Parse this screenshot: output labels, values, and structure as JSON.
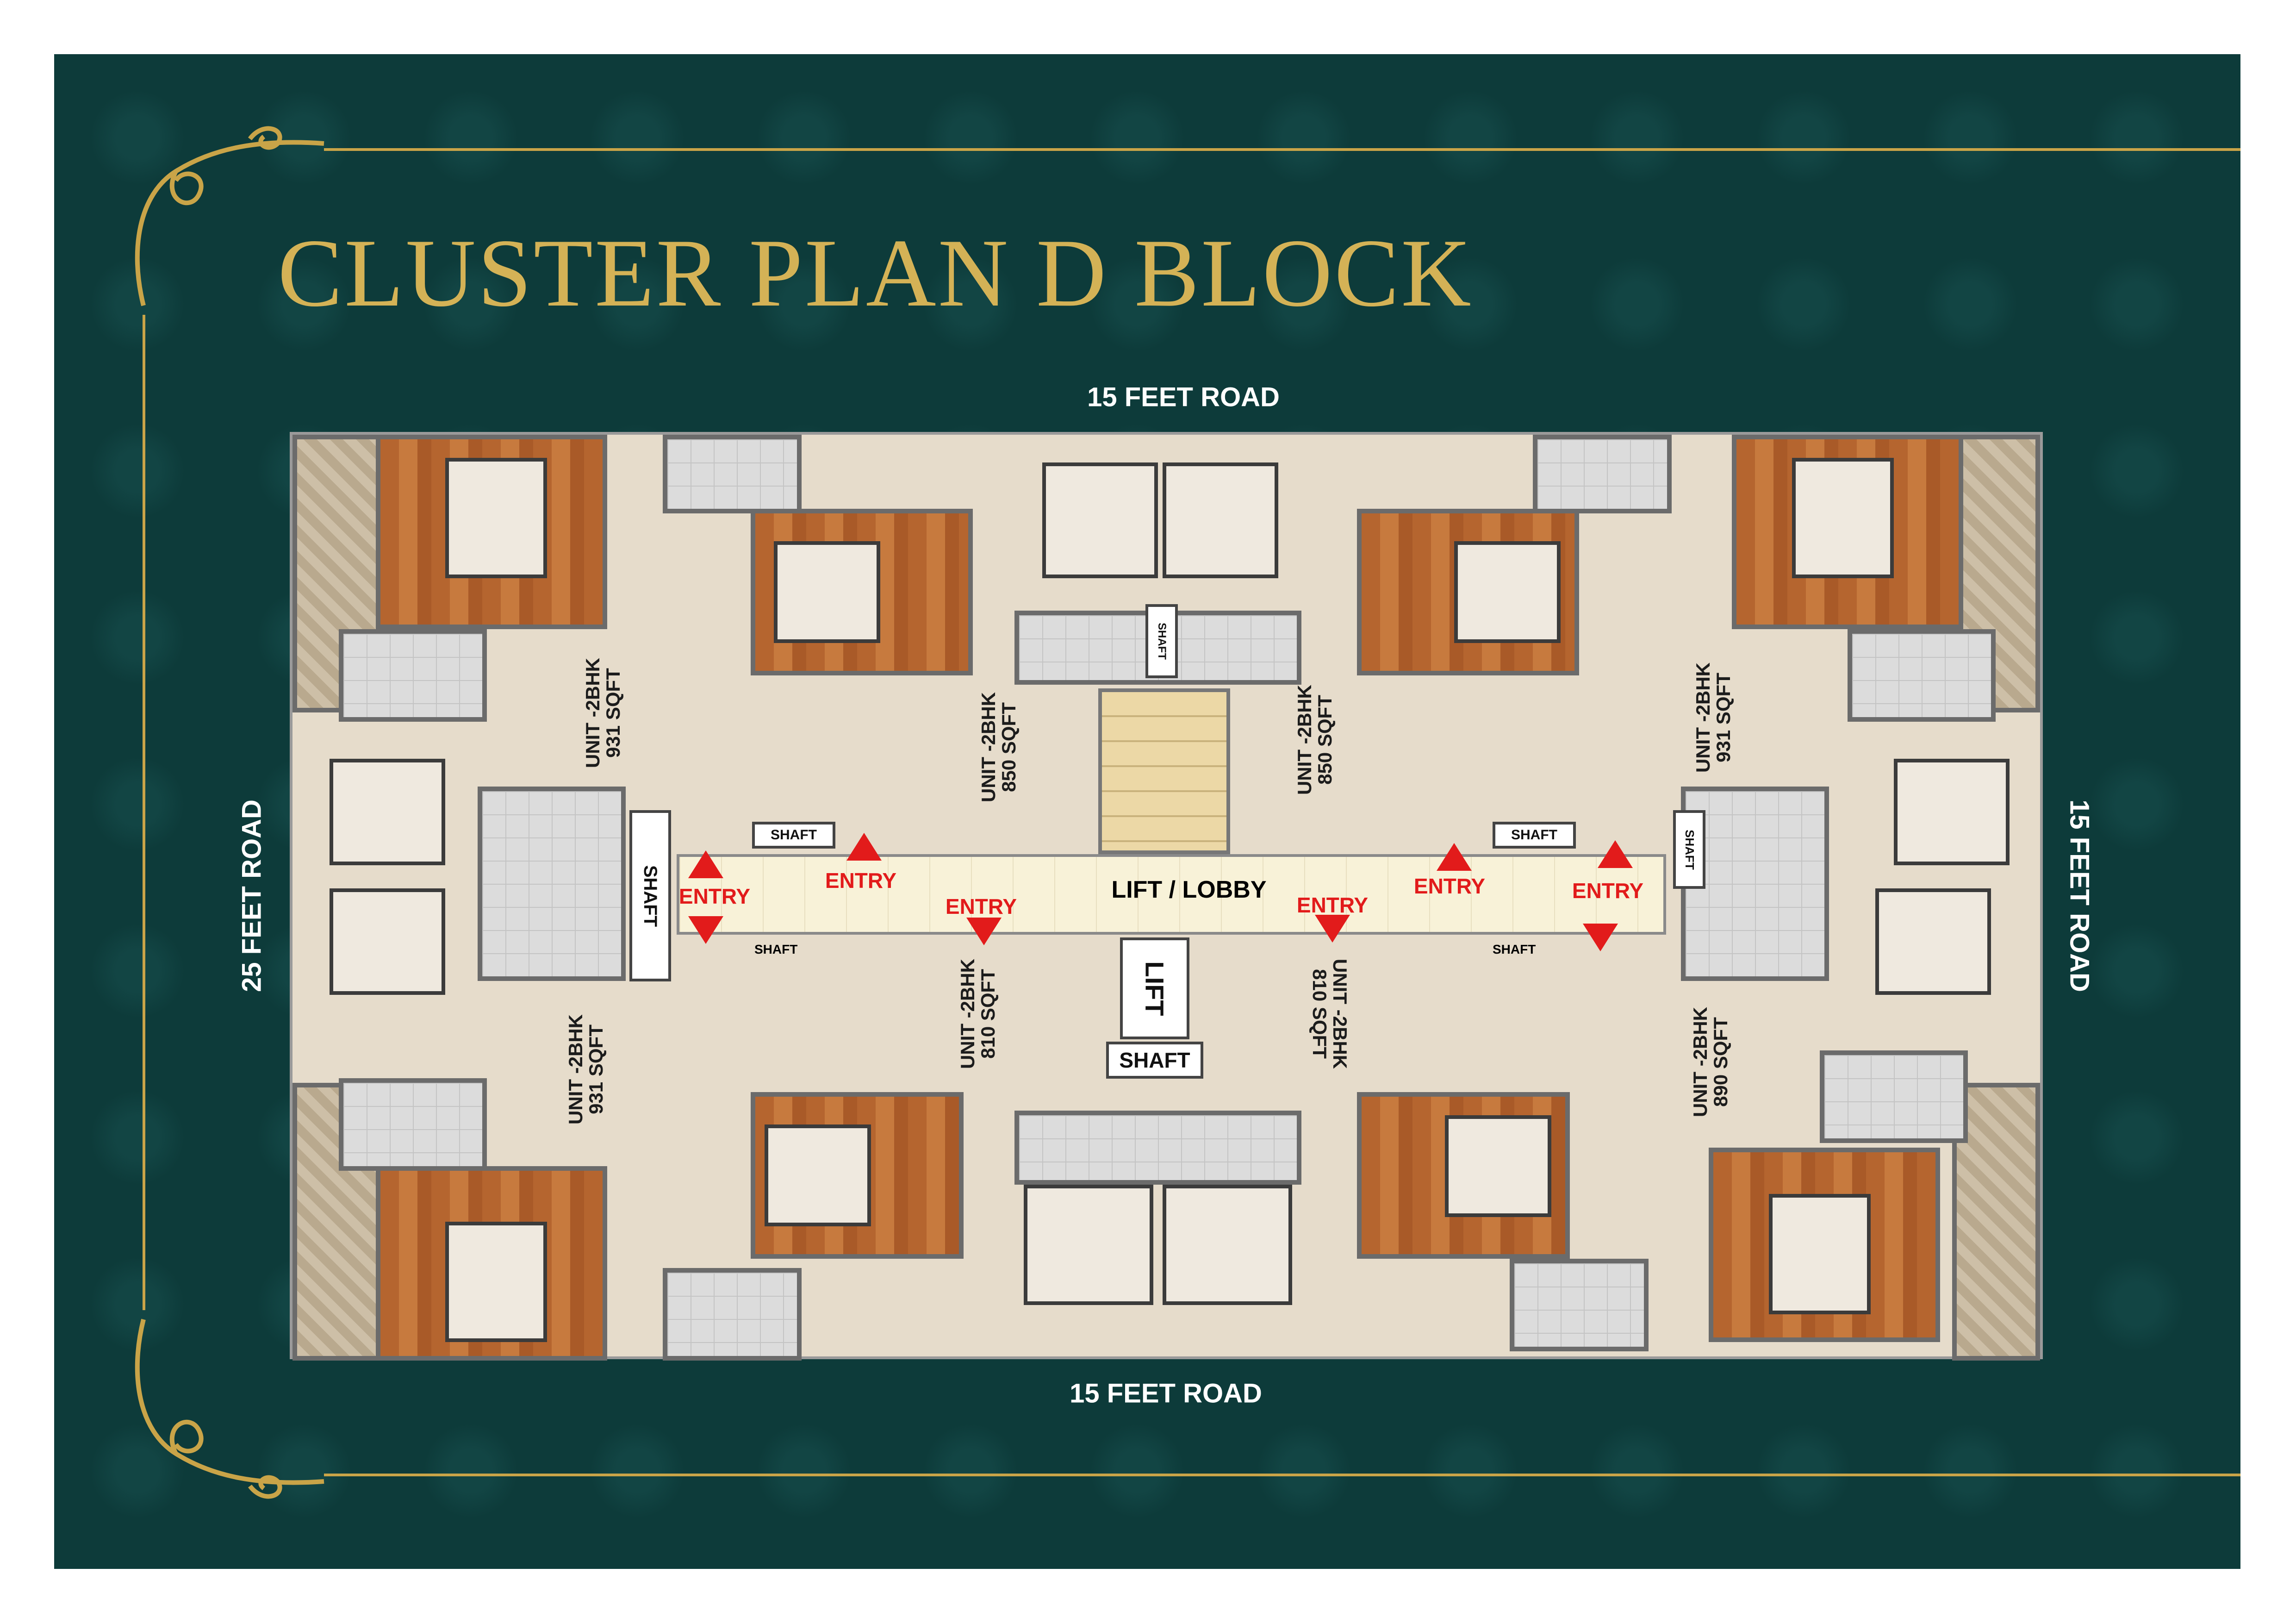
{
  "title": "CLUSTER PLAN D BLOCK",
  "roads": {
    "top": "15 FEET ROAD",
    "bottom": "15 FEET ROAD",
    "left": "25 FEET ROAD",
    "right": "15 FEET ROAD"
  },
  "units": [
    {
      "type": "UNIT -2BHK",
      "area": "931 SQFT"
    },
    {
      "type": "UNIT -2BHK",
      "area": "850 SQFT"
    },
    {
      "type": "UNIT -2BHK",
      "area": "850 SQFT"
    },
    {
      "type": "UNIT -2BHK",
      "area": "931 SQFT"
    },
    {
      "type": "UNIT -2BHK",
      "area": "931 SQFT"
    },
    {
      "type": "UNIT -2BHK",
      "area": "810 SQFT"
    },
    {
      "type": "UNIT -2BHK",
      "area": "810 SQFT"
    },
    {
      "type": "UNIT -2BHK",
      "area": "890 SQFT"
    }
  ],
  "lobby": "LIFT / LOBBY",
  "lift": "LIFT",
  "shaft": "SHAFT",
  "entry": "ENTRY",
  "colors": {
    "background": "#0d3b3a",
    "gold": "#c9a448",
    "entry": "#e21b1b"
  }
}
